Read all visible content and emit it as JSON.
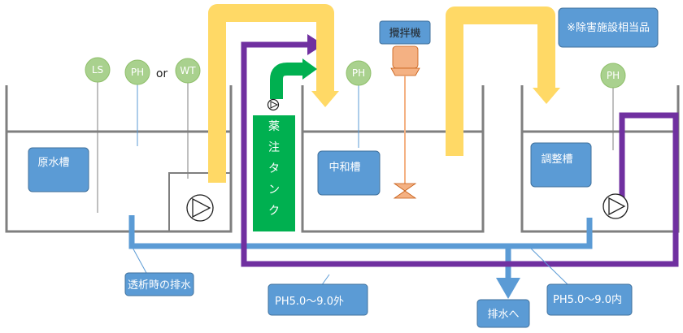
{
  "tanks": {
    "raw": "原水槽",
    "neutral": "中和槽",
    "adjust": "調整槽"
  },
  "sensors": {
    "ls": "LS",
    "ph1": "PH",
    "or": "or",
    "wt": "WT",
    "ph2": "PH",
    "ph3": "PH"
  },
  "chemical_tank": [
    "薬",
    "注",
    "タ",
    "ン",
    "ク"
  ],
  "mixer": "攪拌機",
  "note": "※除害施設相当品",
  "labels": {
    "dialysis_drain": "透析時の排水",
    "ph_out": "PH5.0～9.0外",
    "ph_in": "PH5.0～9.0内",
    "to_drain": "排水へ"
  },
  "colors": {
    "yellow": "#ffd966",
    "purple": "#7030a0",
    "green": "#00b050",
    "blue": "#5b9bd5",
    "sensor_green": "#a9d18e",
    "tank_line": "#7f7f7f",
    "mixer_orange": "#f4b183"
  }
}
